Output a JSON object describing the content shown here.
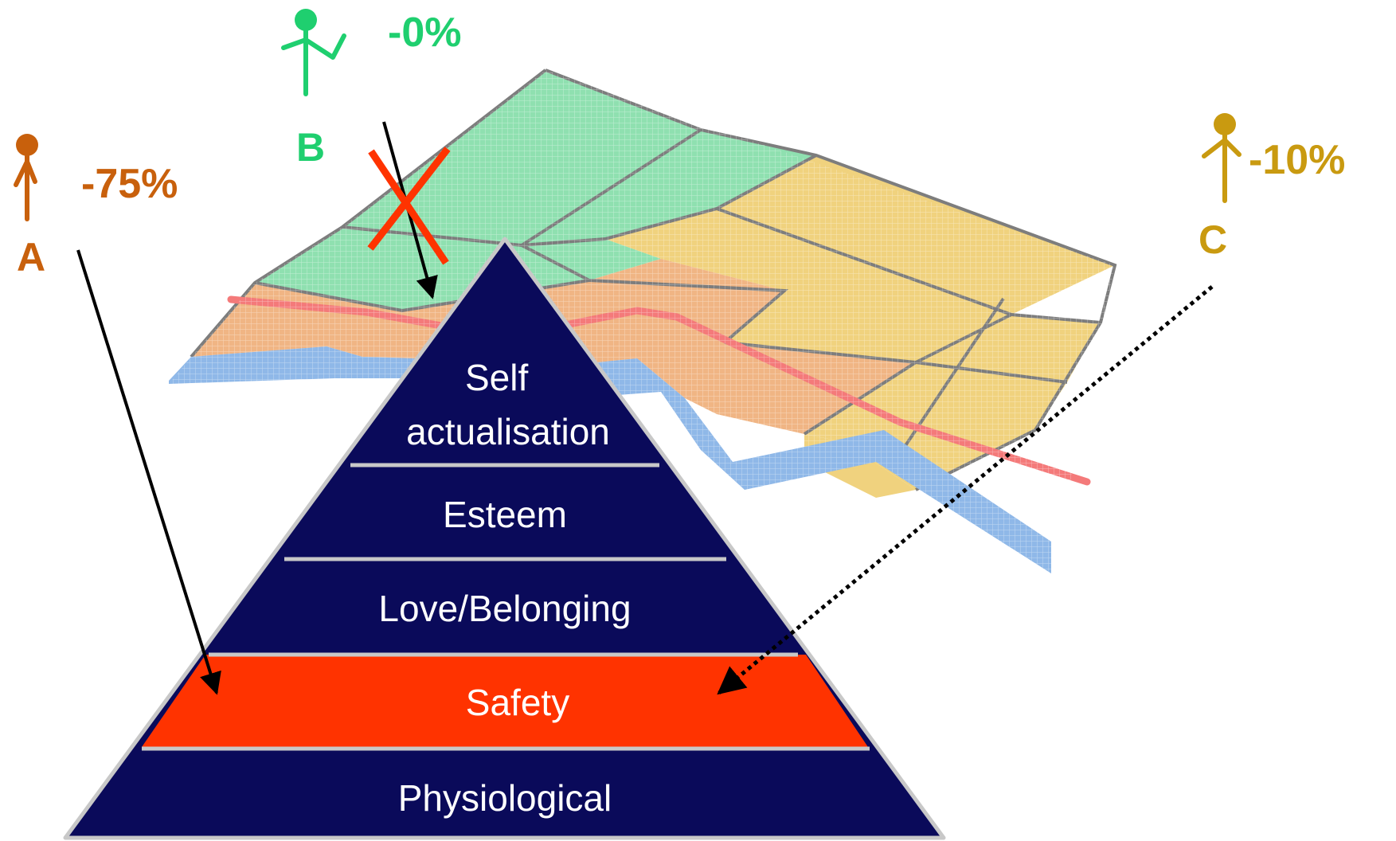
{
  "colors": {
    "pyramid": "#0a0a5a",
    "highlight": "#ff3300",
    "person_a": "#c8600c",
    "person_b": "#1fcf6f",
    "person_c": "#c99a10",
    "parcel_green": "#8fe0b0",
    "parcel_orange": "#f0b584",
    "parcel_yellow": "#f0d27e",
    "river": "#8fb8e8",
    "road": "#f47a7a",
    "cross": "#ff3300"
  },
  "pyramid": {
    "layers": [
      {
        "label_lines": [
          "Self",
          "actualisation"
        ],
        "highlighted": false
      },
      {
        "label_lines": [
          "Esteem"
        ],
        "highlighted": false
      },
      {
        "label_lines": [
          "Love/Belonging"
        ],
        "highlighted": false
      },
      {
        "label_lines": [
          "Safety"
        ],
        "highlighted": true
      },
      {
        "label_lines": [
          "Physiological"
        ],
        "highlighted": false
      }
    ]
  },
  "people": [
    {
      "letter": "A",
      "change": "-75%",
      "icon": "person-icon"
    },
    {
      "letter": "B",
      "change": "-0%",
      "icon": "person-waving-icon",
      "arrow_blocked": true
    },
    {
      "letter": "C",
      "change": "-10%",
      "icon": "person-icon"
    }
  ]
}
